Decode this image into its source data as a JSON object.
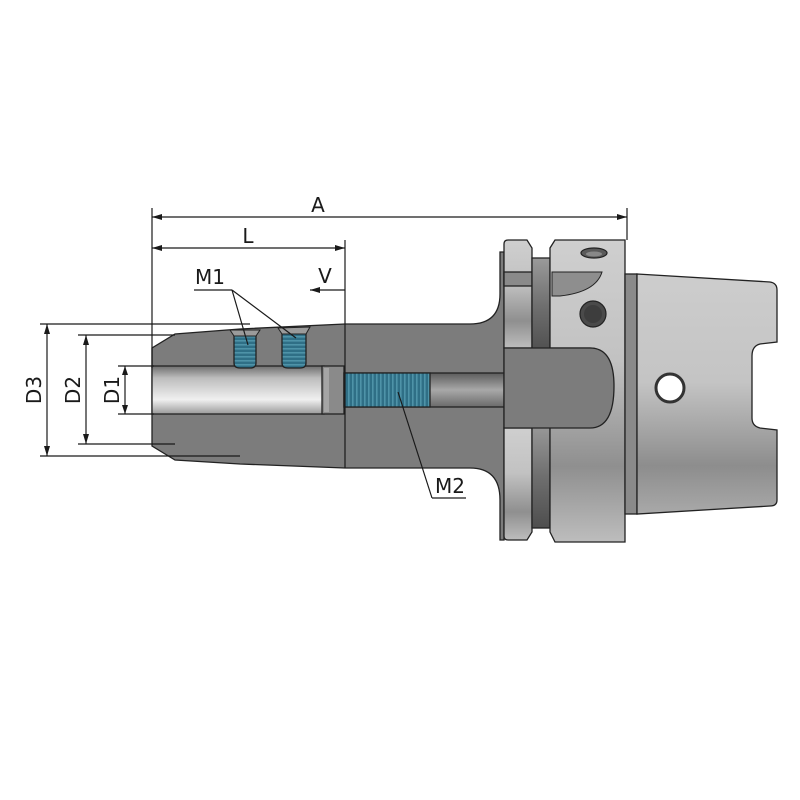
{
  "drawing": {
    "title": "HSK tool holder technical drawing",
    "background": "#ffffff",
    "colors": {
      "body_dark": "#7a7a7a",
      "body_mid": "#8c8c8c",
      "metal_light": "#c8c8c8",
      "thread_blue": "#2f6f86",
      "outline": "#222222"
    }
  },
  "dimensions": {
    "A": "A",
    "L": "L",
    "V": "V",
    "D1": "D1",
    "D2": "D2",
    "D3": "D3",
    "M1": "M1",
    "M2": "M2"
  }
}
